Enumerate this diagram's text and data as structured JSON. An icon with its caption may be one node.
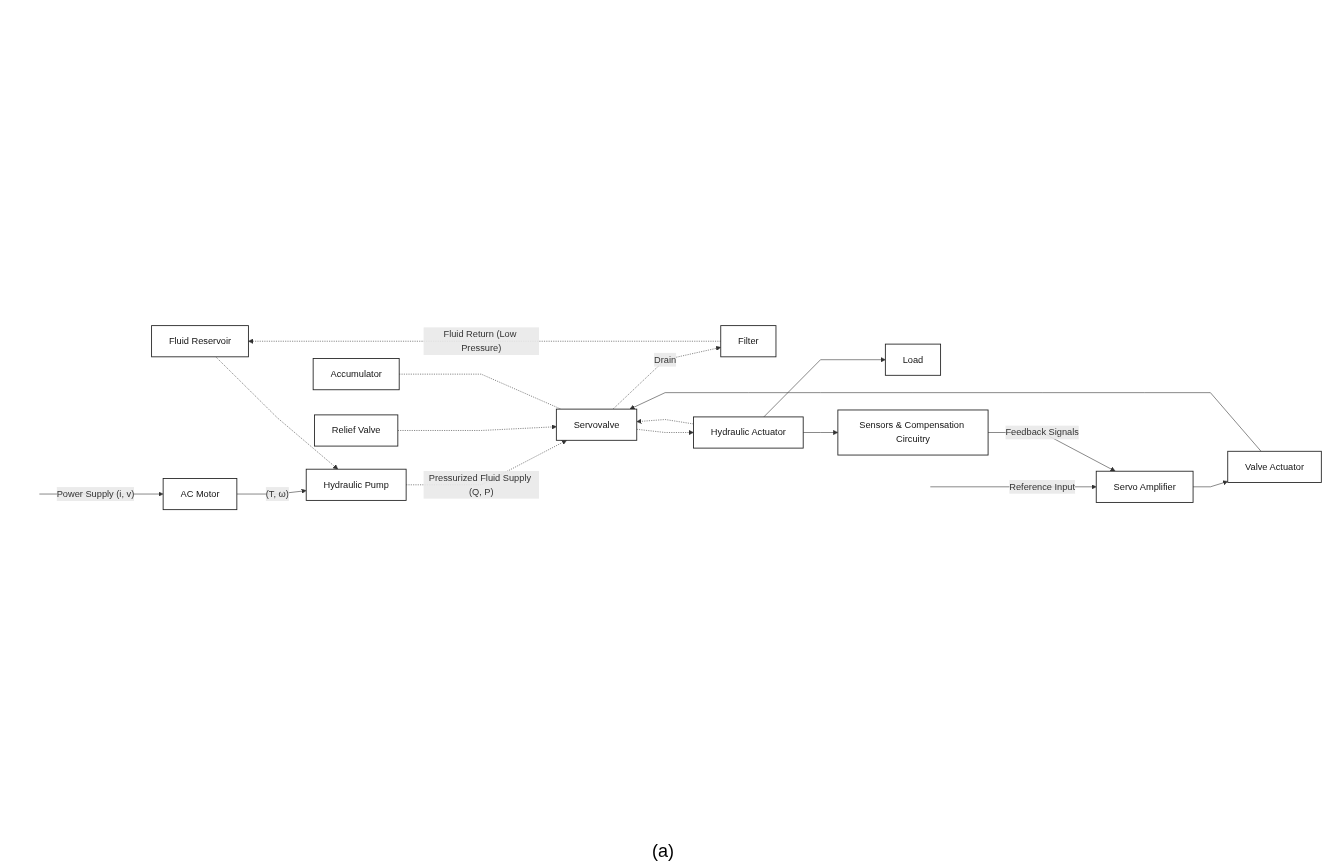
{
  "diagram": {
    "caption": "(a)",
    "nodes": [
      {
        "text": [
          "Fluid Reservoir"
        ]
      },
      {
        "text": [
          "AC Motor"
        ]
      },
      {
        "text": [
          "Hydraulic Pump"
        ]
      },
      {
        "text": [
          "Filter"
        ]
      },
      {
        "text": [
          "Relief Valve"
        ]
      },
      {
        "text": [
          "Accumulator"
        ]
      },
      {
        "text": [
          "Servo Amplifier"
        ]
      },
      {
        "text": [
          "Valve Actuator"
        ]
      },
      {
        "text": [
          "Servovalve"
        ]
      },
      {
        "text": [
          "Hydraulic Actuator"
        ]
      },
      {
        "text": [
          "Load"
        ]
      },
      {
        "text": [
          "Sensors & Compensation Circuitry"
        ]
      }
    ],
    "edges": [
      {
        "from": null,
        "to": 1,
        "arrow": "to",
        "label": "Power Supply (i, v)"
      },
      {
        "from": 1,
        "to": 2,
        "arrow": "to",
        "label": "(T, ω)"
      },
      {
        "from": 0,
        "to": 2,
        "arrow": "to",
        "style": "dashed"
      },
      {
        "from": 2,
        "to": 8,
        "arrow": "to",
        "style": "dashed",
        "label": "Pressurized Fluid Supply (Q, P)"
      },
      {
        "from": 4,
        "to": 8,
        "arrow": "to",
        "style": "dashed"
      },
      {
        "from": 5,
        "to": 8,
        "arrow": "none",
        "style": "dashed"
      },
      {
        "from": 8,
        "to": 3,
        "arrow": "to",
        "style": "dashed",
        "label": "Drain"
      },
      {
        "from": 3,
        "to": 0,
        "arrow": "to",
        "style": "dashed",
        "label": "Fluid Return (Low Pressure)"
      },
      {
        "from": null,
        "to": 6,
        "arrow": "to",
        "label": "Reference Input"
      },
      {
        "from": 6,
        "to": 7,
        "arrow": "to"
      },
      {
        "from": 7,
        "to": 8,
        "arrow": "to"
      },
      {
        "from": 9,
        "to": 8,
        "arrow": "to",
        "style": "dashed"
      },
      {
        "from": 8,
        "to": 9,
        "arrow": "to",
        "style": "dashed"
      },
      {
        "from": 9,
        "to": 10,
        "arrow": "to"
      },
      {
        "from": 9,
        "to": 11,
        "arrow": "to"
      },
      {
        "from": 11,
        "to": 6,
        "arrow": "to",
        "label": "Feedback Signals"
      }
    ]
  }
}
